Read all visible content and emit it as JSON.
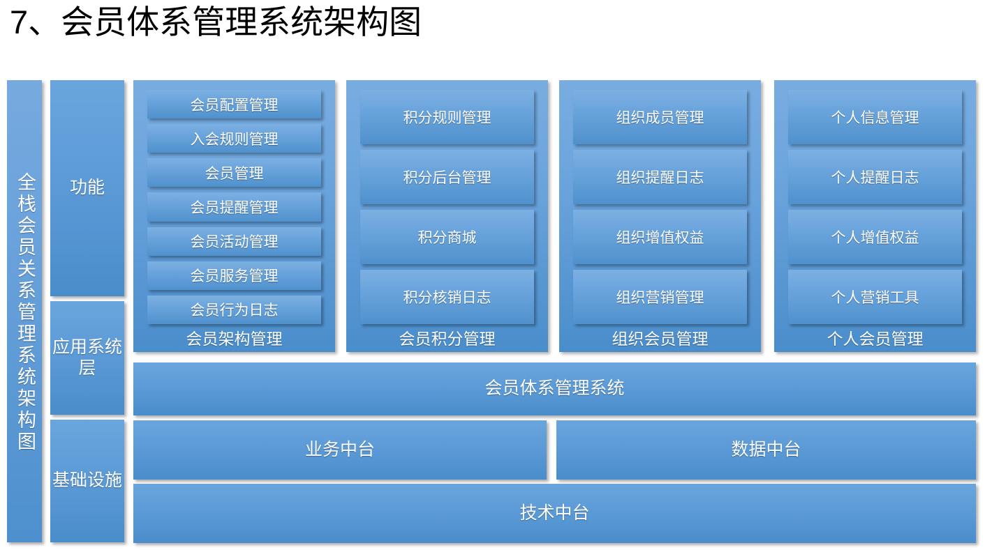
{
  "title": "7、会员体系管理系统架构图",
  "banner": {
    "label": "全栈会员关系管理系统架构图"
  },
  "layers": [
    {
      "name": "功能",
      "id": "function"
    },
    {
      "name": "应用系统层",
      "id": "application-system"
    },
    {
      "name": "基础设施",
      "id": "infrastructure"
    }
  ],
  "groups": [
    {
      "title": "会员架构管理",
      "items": [
        "会员配置管理",
        "入会规则管理",
        "会员管理",
        "会员提醒管理",
        "会员活动管理",
        "会员服务管理",
        "会员行为日志"
      ]
    },
    {
      "title": "会员积分管理",
      "items": [
        "积分规则管理",
        "积分后台管理",
        "积分商城",
        "积分核销日志"
      ]
    },
    {
      "title": "组织会员管理",
      "items": [
        "组织成员管理",
        "组织提醒日志",
        "组织增值权益",
        "组织营销管理"
      ]
    },
    {
      "title": "个人会员管理",
      "items": [
        "个人信息管理",
        "个人提醒日志",
        "个人增值权益",
        "个人营销工具"
      ]
    }
  ],
  "system_row": {
    "label": "会员体系管理系统"
  },
  "platform_row": [
    {
      "label": "业务中台"
    },
    {
      "label": "数据中台"
    }
  ],
  "tech_row": {
    "label": "技术中台"
  },
  "colors": {
    "block_light": "#7cb0e2",
    "block_mid": "#6aa3dc",
    "block_dark": "#4a8dcb",
    "text": "#ffffff",
    "title_text": "#000000",
    "background": "#ffffff"
  }
}
